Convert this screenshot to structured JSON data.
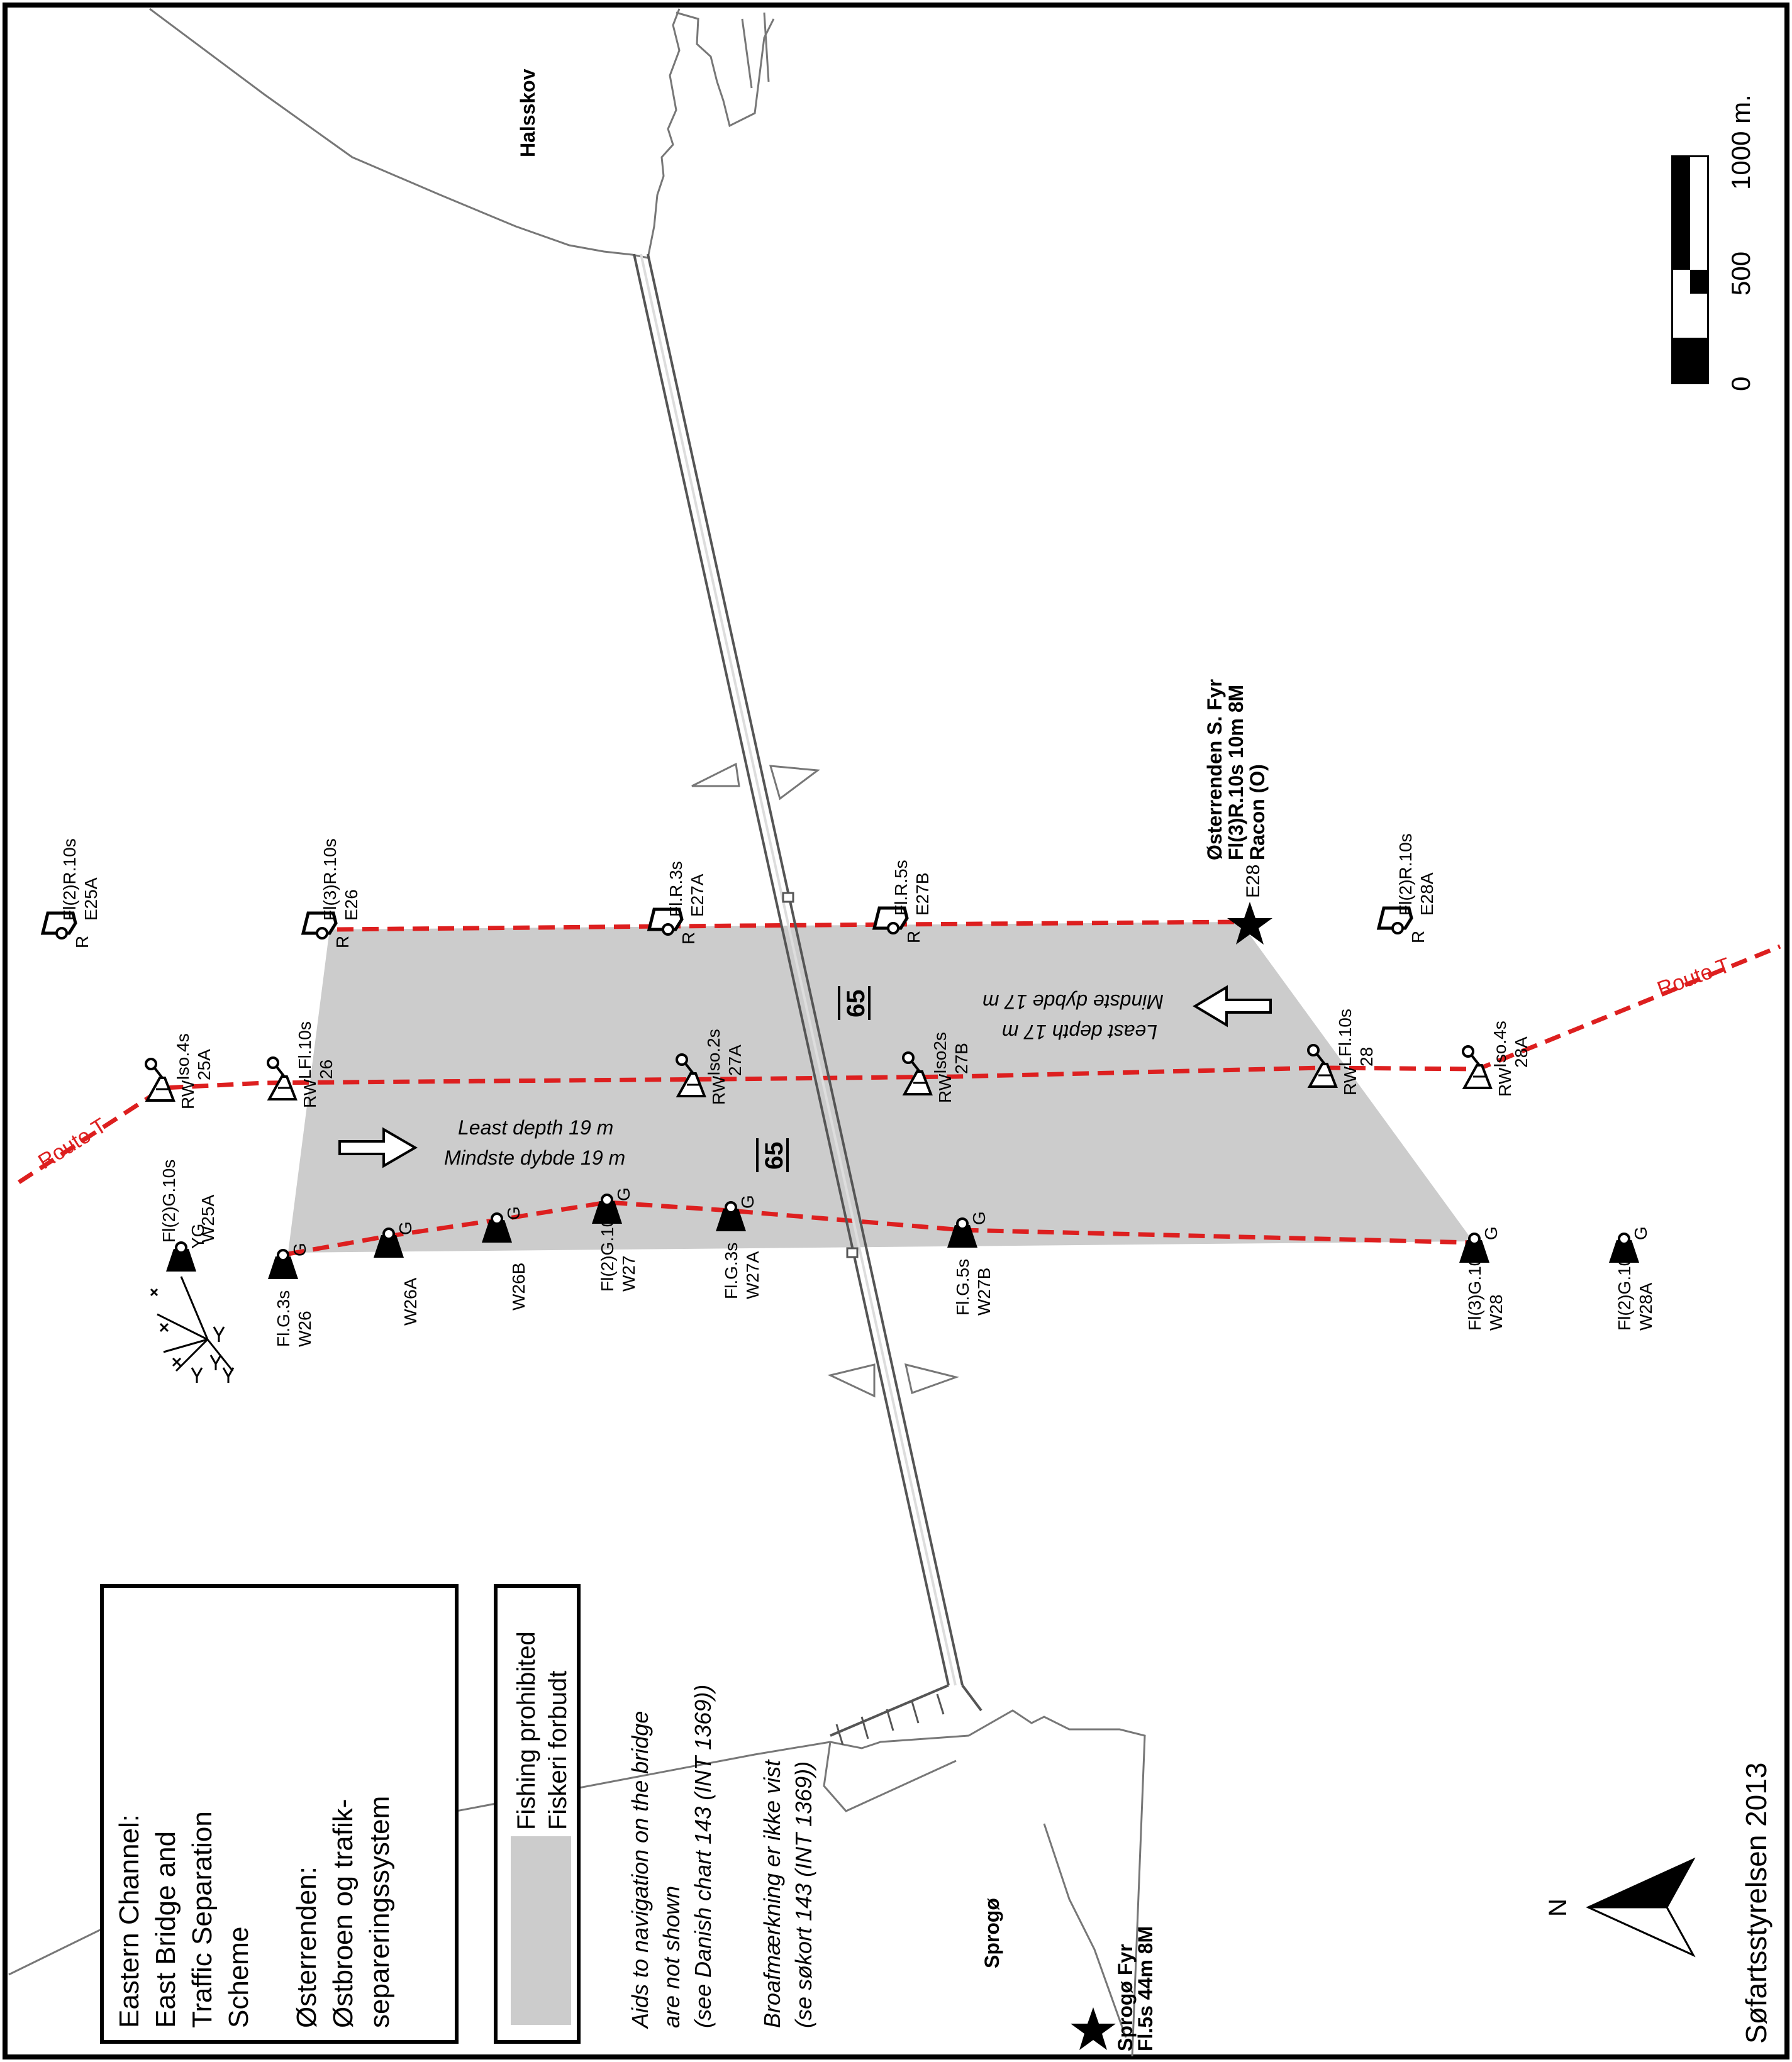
{
  "places": {
    "halsskov": "Halsskov",
    "sprogo": "Sprogø"
  },
  "legend": {
    "title_en_1": "Eastern Channel:",
    "title_en_2": "East Bridge and",
    "title_en_3": "Traffic Separation",
    "title_en_4": "Scheme",
    "title_dk_1": "Østerrenden:",
    "title_dk_2": "Østbroen og trafik-",
    "title_dk_3": "separeringssystem",
    "fishing_en": "Fishing prohibited",
    "fishing_dk": "Fiskeri forbudt",
    "shading_color": "#cccccc"
  },
  "notes": {
    "en_1": "Aids to navigation on the bridge",
    "en_2": "are not shown",
    "en_3": "(see Danish chart 143 (INT 1369))",
    "dk_1": "Broafmærkning er ikke vist",
    "dk_2": "(se søkort 143 (INT 1369))"
  },
  "depths": {
    "least_en_south": "Least depth 19 m",
    "least_dk_south": "Mindste dybde 19 m",
    "least_en_north": "Least depth 17 m",
    "least_dk_north": "Mindste dybde 17 m",
    "clearance_1": "65",
    "clearance_2": "65"
  },
  "route": {
    "west": "Route T",
    "east": "Route T",
    "color": "#dd1f1f"
  },
  "scale": {
    "label_0": "0",
    "label_500": "500",
    "label_1000": "1000 m."
  },
  "north": "N",
  "credit": "Søfartsstyrelsen 2013",
  "lights": {
    "osterrenden_name": "Østerrenden S. Fyr",
    "osterrenden_char": "Fl(3)R.10s 10m 8M",
    "osterrenden_racon": "Racon (O)",
    "osterrenden_id": "E28",
    "sprogo_name": "Sprogø Fyr",
    "sprogo_char": "Fl.5s 44m 8M"
  },
  "red_buoys": [
    {
      "char": "Fl(2)R.10s",
      "id": "E25A",
      "color": "R"
    },
    {
      "char": "Fl(3)R.10s",
      "id": "E26",
      "color": "R"
    },
    {
      "char": "Fl.R.3s",
      "id": "E27A",
      "color": "R"
    },
    {
      "char": "Fl.R.5s",
      "id": "E27B",
      "color": "R"
    },
    {
      "char": "Fl(2)R.10s",
      "id": "E28A",
      "color": "R"
    }
  ],
  "rw_buoys": [
    {
      "char": "Iso.4s",
      "id": "25A",
      "color": "RW"
    },
    {
      "char": "LFl.10s",
      "id": "26",
      "color": "RW"
    },
    {
      "char": "Iso.2s",
      "id": "27A",
      "color": "RW"
    },
    {
      "char": "Iso2s",
      "id": "27B",
      "color": "RW"
    },
    {
      "char": "LFl.10s",
      "id": "28",
      "color": "RW"
    },
    {
      "char": "Iso.4s",
      "id": "28A",
      "color": "RW"
    }
  ],
  "green_buoys": [
    {
      "char": "Fl(2)G.10s",
      "id": "W25A",
      "color": "YG"
    },
    {
      "char": "Fl.G.3s",
      "id": "W26",
      "color": "G"
    },
    {
      "char": "",
      "id": "W26A",
      "color": "G"
    },
    {
      "char": "",
      "id": "W26B",
      "color": "G"
    },
    {
      "char": "Fl(2)G.10s",
      "id": "W27",
      "color": "G"
    },
    {
      "char": "Fl.G.3s",
      "id": "W27A",
      "color": "G"
    },
    {
      "char": "Fl.G.5s",
      "id": "W27B",
      "color": "G"
    },
    {
      "char": "Fl(3)G.10s",
      "id": "W28",
      "color": "G"
    },
    {
      "char": "Fl(2)G.10s",
      "id": "W28A",
      "color": "G"
    }
  ]
}
